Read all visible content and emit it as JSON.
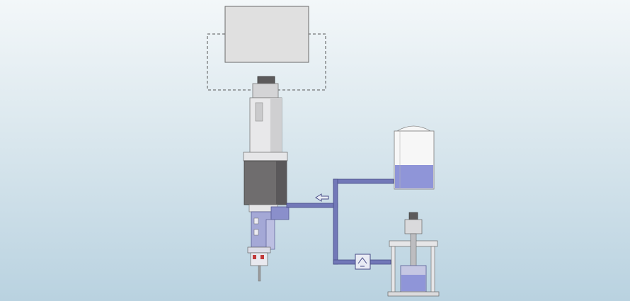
{
  "diagram": {
    "components": [
      {
        "id": "controller-box",
        "label": "",
        "icon": "rectangle"
      },
      {
        "id": "servo-motor",
        "label": "",
        "icon": "motor"
      },
      {
        "id": "dosing-valve",
        "label": "",
        "icon": "valve"
      },
      {
        "id": "material-tank",
        "label": "",
        "icon": "tank"
      },
      {
        "id": "pressure-regulator",
        "label": "",
        "icon": "regulator"
      },
      {
        "id": "drum-pump",
        "label": "",
        "icon": "pump"
      }
    ],
    "flow_direction": "left",
    "colors": {
      "pipe": "#7278b8",
      "pipe_edge": "#474b86",
      "fluid": "#8f95d8",
      "housing": "#e2e2e4",
      "block": "#6f6d6e",
      "controller": "#e0e0e0"
    }
  }
}
